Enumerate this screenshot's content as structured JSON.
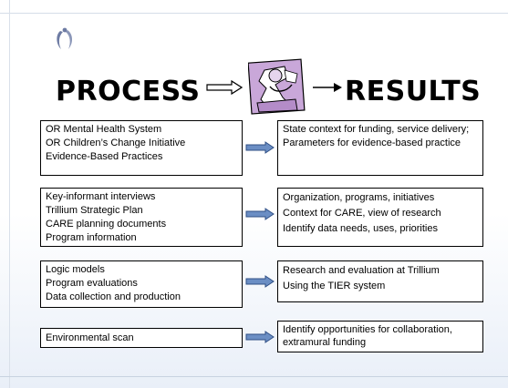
{
  "headings": {
    "process": "PROCESS",
    "results": "RESULTS"
  },
  "colors": {
    "arrow_fill": "#6b8ec4",
    "arrow_stroke": "#2f4f85",
    "clipart_fill": "#c9a7d9"
  },
  "icons": {
    "logo": "two-people-logo-icon",
    "center": "thinking-person-clipart-icon"
  },
  "rows": [
    {
      "process": [
        "OR Mental Health System",
        "OR Children’s Change Initiative",
        "Evidence-Based Practices"
      ],
      "results": [
        "State context for funding, service delivery; Parameters for evidence-based practice"
      ]
    },
    {
      "process": [
        "Key-informant interviews",
        "Trillium Strategic Plan",
        "CARE planning documents",
        "Program information"
      ],
      "results": [
        "Organization, programs, initiatives",
        "Context for CARE, view of research",
        "Identify data needs, uses, priorities"
      ]
    },
    {
      "process": [
        "Logic models",
        "Program evaluations",
        "Data collection and production"
      ],
      "results": [
        "Research and evaluation at Trillium",
        "Using the TIER system"
      ]
    },
    {
      "process": [
        "Environmental scan"
      ],
      "results": [
        "Identify opportunities for collaboration, extramural funding"
      ]
    }
  ]
}
